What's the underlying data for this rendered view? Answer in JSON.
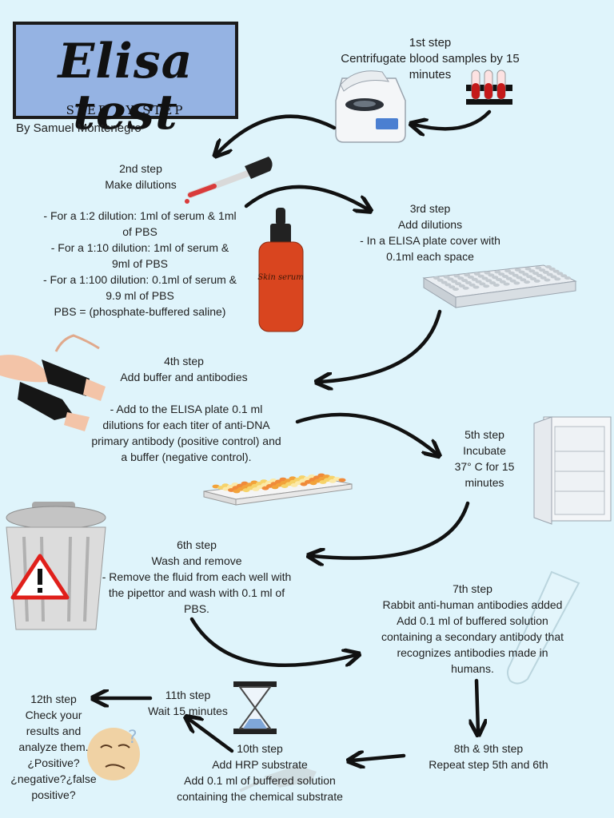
{
  "header": {
    "title": "Elisa test",
    "subtitle": "STEP BY STEP",
    "author": "By Samuel Montenegro"
  },
  "steps": {
    "s1": {
      "title": "1st step",
      "body": [
        "Centrifugate blood samples by 15",
        "minutes"
      ]
    },
    "s2": {
      "title": "2nd step",
      "body": [
        "Make dilutions"
      ],
      "details": [
        "- For a 1:2 dilution: 1ml of serum & 1ml",
        "of PBS",
        "- For a 1:10 dilution: 1ml of serum &",
        "9ml of PBS",
        "- For a 1:100 dilution: 0.1ml of serum &",
        "9.9 ml of PBS",
        "PBS = (phosphate-buffered saline)"
      ]
    },
    "s3": {
      "title": "3rd step",
      "body": [
        "Add dilutions",
        "- In a ELISA plate cover with",
        "0.1ml each space"
      ]
    },
    "s4": {
      "title": "4th step",
      "body": [
        "Add buffer and antibodies"
      ],
      "details": [
        "- Add to the ELISA plate 0.1 ml",
        "dilutions for each titer of anti-DNA",
        "primary antibody (positive control) and",
        "a buffer (negative control)."
      ]
    },
    "s5": {
      "title": "5th step",
      "body": [
        "Incubate",
        "37° C for 15",
        "minutes"
      ]
    },
    "s6": {
      "title": "6th step",
      "body": [
        "Wash and remove",
        "- Remove the fluid from each well with",
        "the pipettor and wash with 0.1 ml of",
        "PBS."
      ]
    },
    "s7": {
      "title": "7th step",
      "body": [
        "Rabbit anti-human antibodies added",
        "Add 0.1 ml of buffered solution",
        "containing a secondary antibody that",
        "recognizes antibodies made in",
        "humans."
      ]
    },
    "s89": {
      "title": "8th & 9th step",
      "body": [
        "Repeat step 5th and 6th"
      ]
    },
    "s10": {
      "title": "10th step",
      "body": [
        "Add HRP substrate",
        "Add 0.1 ml of buffered solution",
        "containing the chemical substrate"
      ]
    },
    "s11": {
      "title": "11th step",
      "body": [
        "Wait 15 minutes"
      ]
    },
    "s12": {
      "title": "12th step",
      "body": [
        "Check your",
        "results and",
        "analyze them.",
        "¿Positive?",
        "¿negative?¿false",
        "positive?"
      ]
    }
  },
  "illustrations": {
    "bottle_label": "Skin serum",
    "colors": {
      "background": "#dff4fb",
      "title_box": "#95b3e3",
      "bottle": "#d9451f",
      "warning": "#e0201b",
      "arrow": "#111111"
    }
  }
}
